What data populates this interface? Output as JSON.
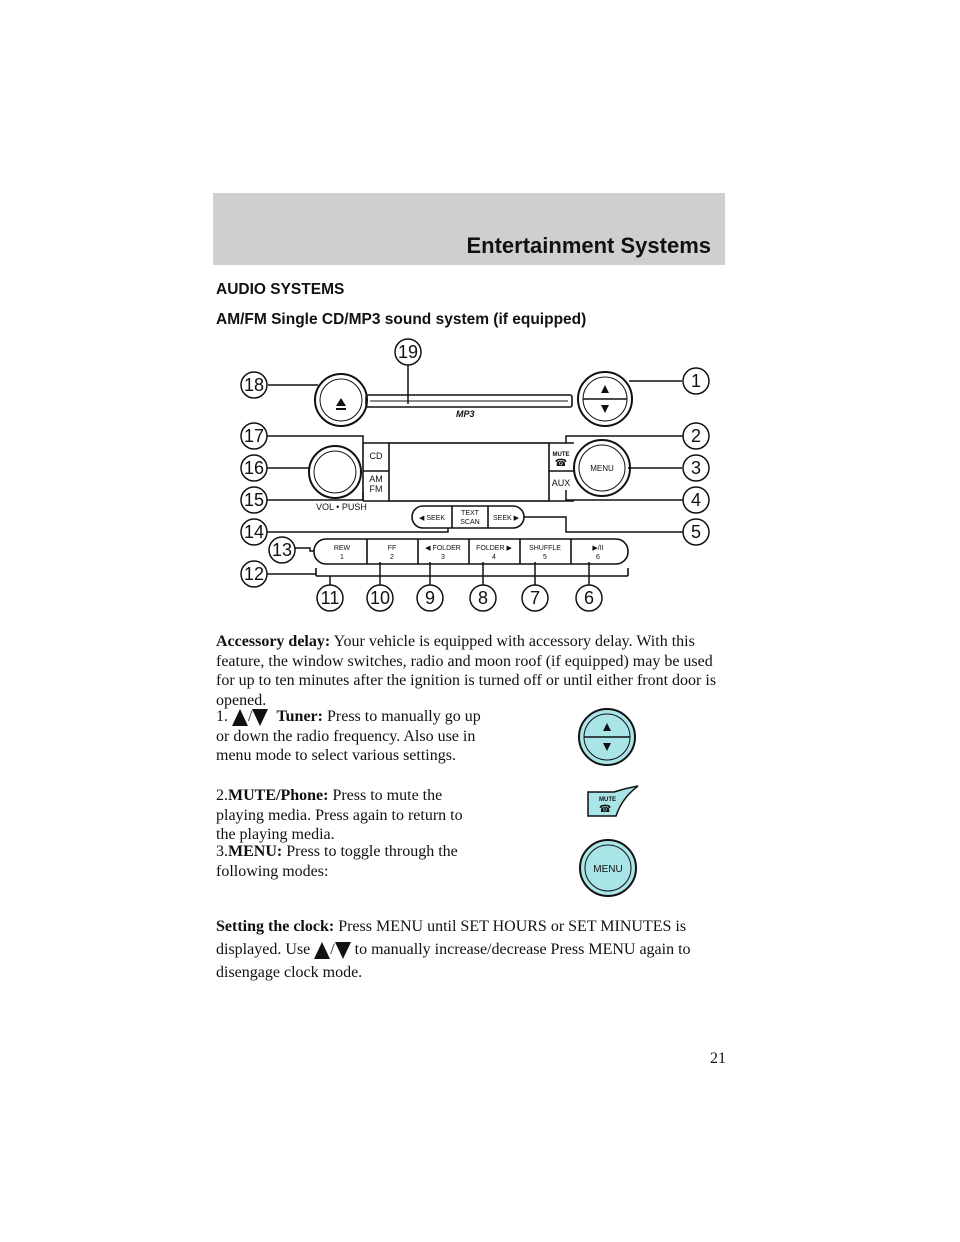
{
  "header": {
    "title": "Entertainment Systems"
  },
  "section": {
    "heading": "AUDIO SYSTEMS",
    "subheading": "AM/FM Single CD/MP3 sound system (if equipped)"
  },
  "diagram": {
    "callouts": [
      "1",
      "2",
      "3",
      "4",
      "5",
      "6",
      "7",
      "8",
      "9",
      "10",
      "11",
      "12",
      "13",
      "14",
      "15",
      "16",
      "17",
      "18",
      "19"
    ],
    "logo": "MP3",
    "cd_label": "CD",
    "am_label": "AM",
    "fm_label": "FM",
    "vol_label": "VOL • PUSH",
    "mute_label": "MUTE",
    "menu_label": "MENU",
    "aux_label": "AUX",
    "seek_left": "◀ SEEK",
    "text_label": "TEXT",
    "scan_label": "SCAN",
    "seek_right": "SEEK ▶",
    "presets": [
      {
        "line1": "REW",
        "line2": "1"
      },
      {
        "line1": "FF",
        "line2": "2"
      },
      {
        "line1": "◀ FOLDER",
        "line2": "3"
      },
      {
        "line1": "FOLDER ▶",
        "line2": "4"
      },
      {
        "line1": "SHUFFLE",
        "line2": "5"
      },
      {
        "line1": "▶/II",
        "line2": "6"
      }
    ]
  },
  "accessory": {
    "label": "Accessory delay:",
    "text": "Your vehicle is equipped with accessory delay. With this feature, the window switches, radio and moon roof (if equipped) may be used for up to ten minutes after the ignition is turned off or until either front door is opened."
  },
  "items": [
    {
      "number": "1.",
      "slash": "/",
      "label": "Tuner:",
      "text": "Press to manually go up or down the radio frequency. Also use in menu mode to select various settings."
    },
    {
      "number": "2.",
      "label": "MUTE/Phone:",
      "text": "Press to mute the playing media. Press again to return to the playing media."
    },
    {
      "number": "3.",
      "label": "MENU:",
      "text": "Press to toggle through the following modes:"
    }
  ],
  "icons": {
    "mute_label": "MUTE",
    "menu_label": "MENU"
  },
  "clock": {
    "label": "Setting the clock:",
    "text1": "Press MENU until SET HOURS or SET MINUTES is displayed. Use",
    "slash": "/",
    "text2": "to manually increase/decrease Press MENU again to disengage clock mode."
  },
  "page_number": "21"
}
